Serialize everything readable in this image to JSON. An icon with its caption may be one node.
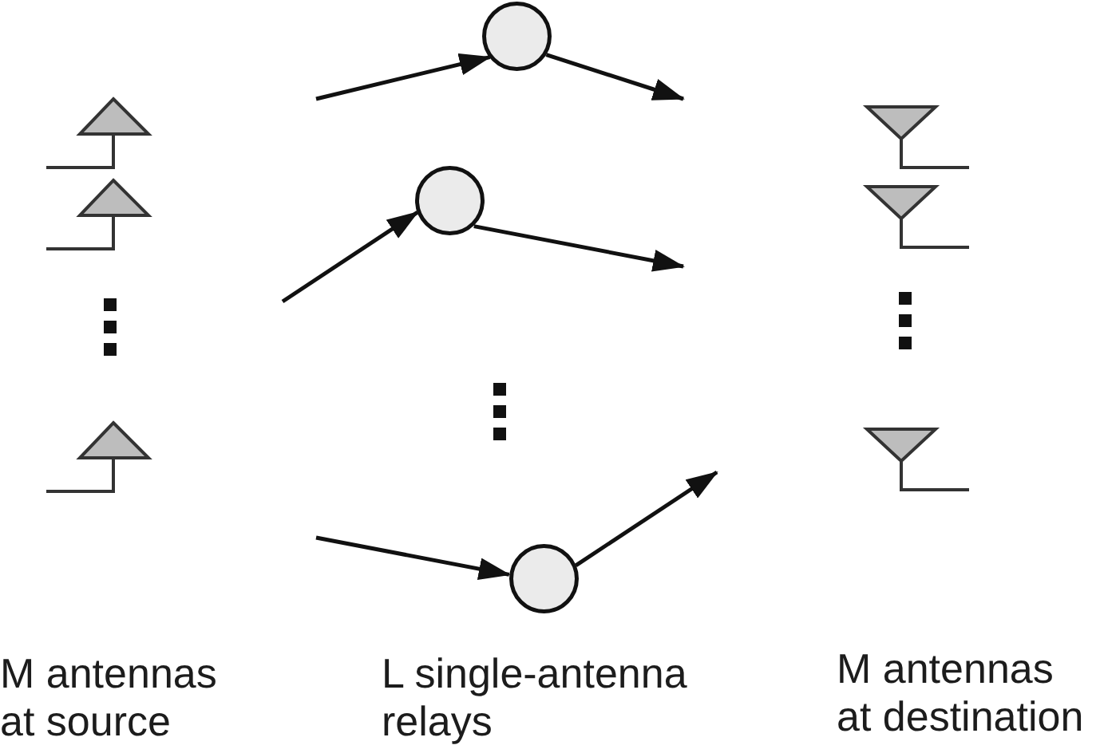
{
  "diagram": {
    "nodes": [
      {
        "text": [],
        "shape": "antenna"
      },
      {
        "text": [],
        "shape": "antenna"
      },
      {
        "text": [],
        "shape": "antenna"
      },
      {
        "text": [],
        "shape": "circle"
      },
      {
        "text": [],
        "shape": "circle"
      },
      {
        "text": [],
        "shape": "circle"
      },
      {
        "text": [],
        "shape": "antenna"
      },
      {
        "text": [],
        "shape": "antenna"
      },
      {
        "text": [],
        "shape": "antenna"
      }
    ],
    "edges": [
      {
        "from": null,
        "to": 3,
        "arrow": "to"
      },
      {
        "from": null,
        "to": 4,
        "arrow": "to"
      },
      {
        "from": null,
        "to": 5,
        "arrow": "to"
      },
      {
        "from": 3,
        "to": null,
        "arrow": "to"
      },
      {
        "from": 4,
        "to": null,
        "arrow": "to"
      },
      {
        "from": 5,
        "to": null,
        "arrow": "to"
      }
    ],
    "labels": [
      "M antennas at source",
      "L single-antenna relays",
      "M antennas at destination"
    ]
  }
}
